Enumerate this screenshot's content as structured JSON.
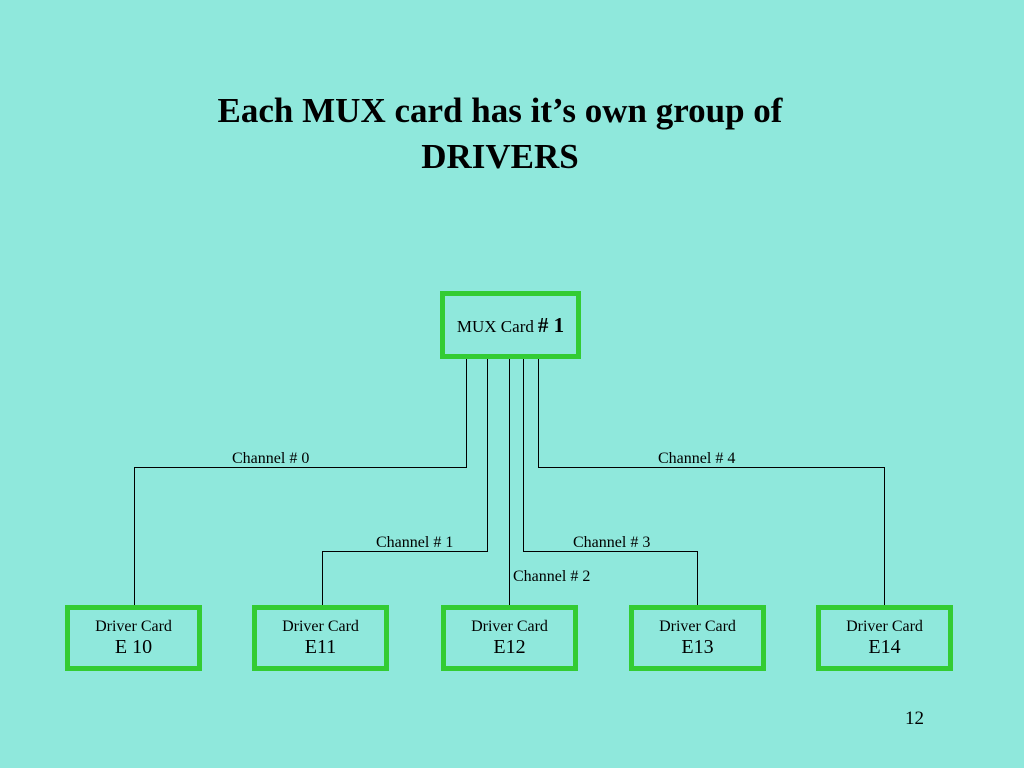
{
  "colors": {
    "background": "#8fe8dc",
    "box_border_green": "#33cc33",
    "connector_line": "#000000",
    "text": "#000000"
  },
  "title": {
    "line1": "Each MUX card has it’s own group of",
    "line2": "DRIVERS"
  },
  "mux_card": {
    "label": "MUX Card",
    "number": "# 1"
  },
  "channels": [
    {
      "label": "Channel # 0"
    },
    {
      "label": "Channel # 1"
    },
    {
      "label": "Channel # 2"
    },
    {
      "label": "Channel # 3"
    },
    {
      "label": "Channel # 4"
    }
  ],
  "driver_cards": [
    {
      "line1": "Driver Card",
      "line2": "E 10"
    },
    {
      "line1": "Driver Card",
      "line2": "E11"
    },
    {
      "line1": "Driver Card",
      "line2": "E12"
    },
    {
      "line1": "Driver Card",
      "line2": "E13"
    },
    {
      "line1": "Driver Card",
      "line2": "E14"
    }
  ],
  "page": {
    "number": "12"
  }
}
